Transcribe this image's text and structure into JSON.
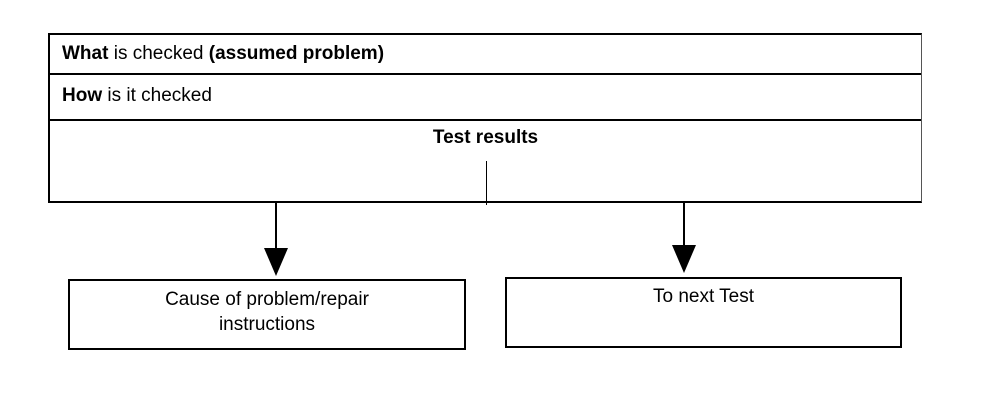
{
  "table": {
    "row1": {
      "bold_start": "What",
      "middle": " is checked ",
      "bold_end": "(assumed problem)"
    },
    "row2": {
      "bold_start": "How",
      "rest": " is it checked"
    },
    "results_label": "Test results"
  },
  "boxes": {
    "cause": {
      "line1": "Cause of problem/repair",
      "line2": "instructions"
    },
    "next": {
      "label": "To next Test"
    }
  }
}
